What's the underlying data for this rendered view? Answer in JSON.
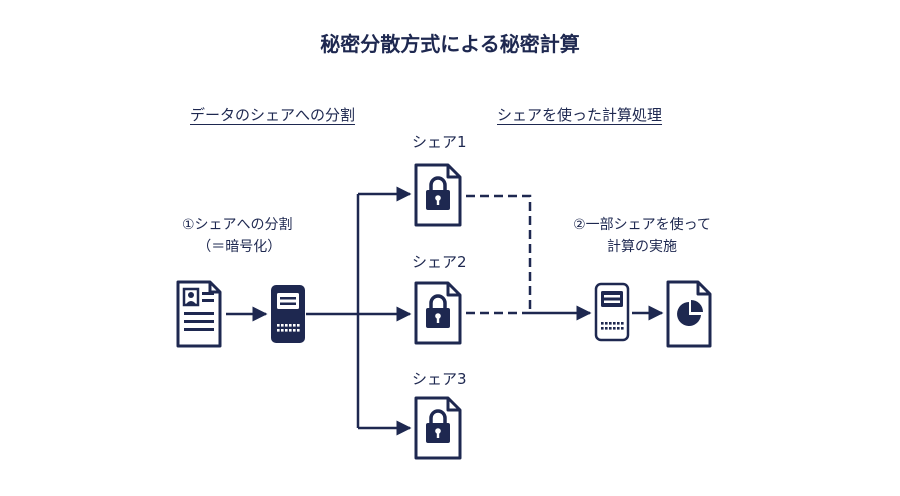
{
  "title": "秘密分散方式による秘密計算",
  "sections": {
    "left": "データのシェアへの分割",
    "right": "シェアを使った計算処理"
  },
  "shares": [
    {
      "label": "シェア1"
    },
    {
      "label": "シェア2"
    },
    {
      "label": "シェア3"
    }
  ],
  "steps": {
    "split_line1": "①シェアへの分割",
    "split_line2": "（＝暗号化）",
    "compute_line1": "②一部シェアを使って",
    "compute_line2": "計算の実施"
  },
  "icons": {
    "input": "profile-document-icon",
    "split_device": "computer-tower-icon",
    "share": "locked-document-icon",
    "compute_device": "computer-tower-icon",
    "result": "pie-chart-document-icon"
  },
  "colors": {
    "primary": "#1e2850",
    "background": "#ffffff"
  }
}
